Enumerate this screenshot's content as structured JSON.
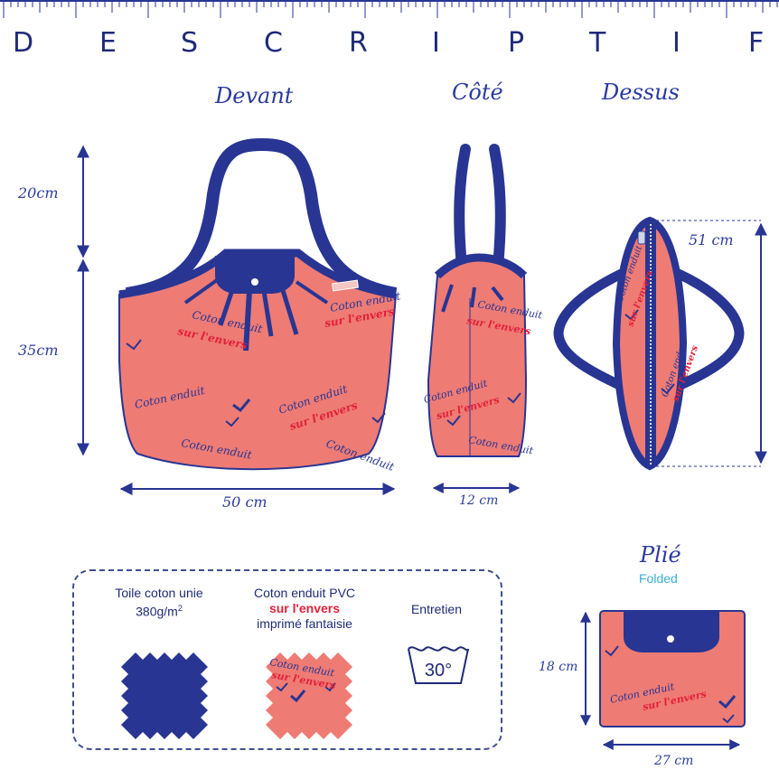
{
  "title_letters": [
    "D",
    "E",
    "S",
    "C",
    "R",
    "I",
    "P",
    "T",
    "I",
    "F"
  ],
  "views": {
    "front": "Devant",
    "side": "Côté",
    "top": "Dessus",
    "folded": "Plié",
    "folded_en": "Folded"
  },
  "dimensions": {
    "handle_height": "20cm",
    "body_height": "35cm",
    "front_width": "50 cm",
    "side_width": "12 cm",
    "top_length": "51 cm",
    "folded_height": "18 cm",
    "folded_width": "27 cm"
  },
  "fabric_print": {
    "line1": "Coton enduit",
    "line2": "sur l'envers"
  },
  "materials": {
    "solid": {
      "line1": "Toile coton  unie",
      "line2": "380g/m",
      "sup": "2"
    },
    "printed": {
      "line1": "Coton enduit  PVC",
      "line2": "sur l'envers",
      "line3": "imprimé fantaisie"
    },
    "care": {
      "label": "Entretien",
      "wash_temp": "30°"
    }
  },
  "colors": {
    "navy": "#283593",
    "coral": "#ee7b74",
    "red": "#e3203a",
    "cyan": "#3aaed8"
  }
}
